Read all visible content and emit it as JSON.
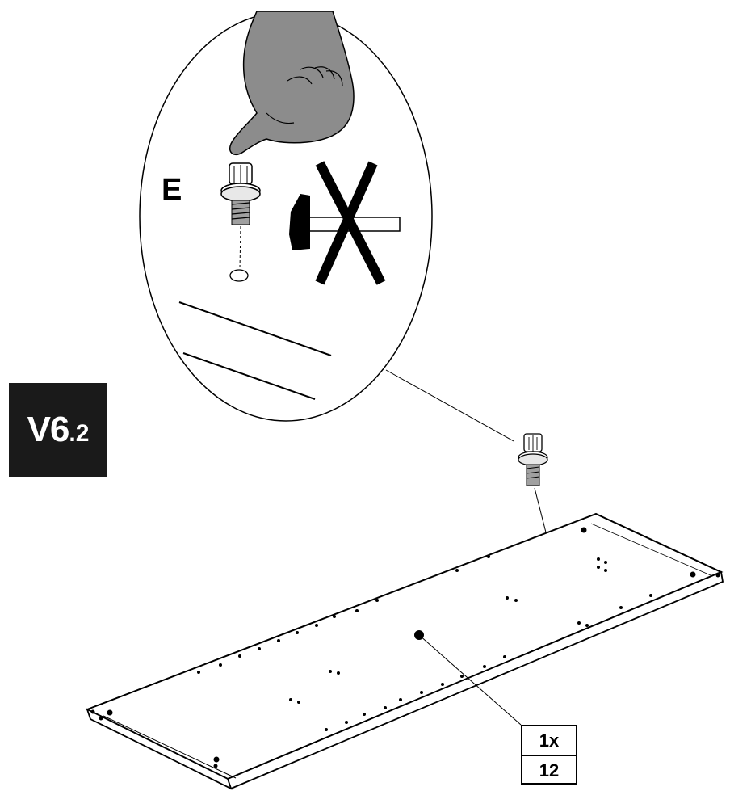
{
  "step": {
    "number": "V6",
    "sub": ".2"
  },
  "detail": {
    "part_letter": "E"
  },
  "quantity": {
    "count": "1x",
    "part_number": "12"
  },
  "colors": {
    "ink": "#000000",
    "badge_bg": "#1a1a1a",
    "hand_fill": "#8c8c8c",
    "paper": "#ffffff"
  },
  "icons": [
    "hand-pressing-icon",
    "screw-icon",
    "no-hammer-icon"
  ]
}
